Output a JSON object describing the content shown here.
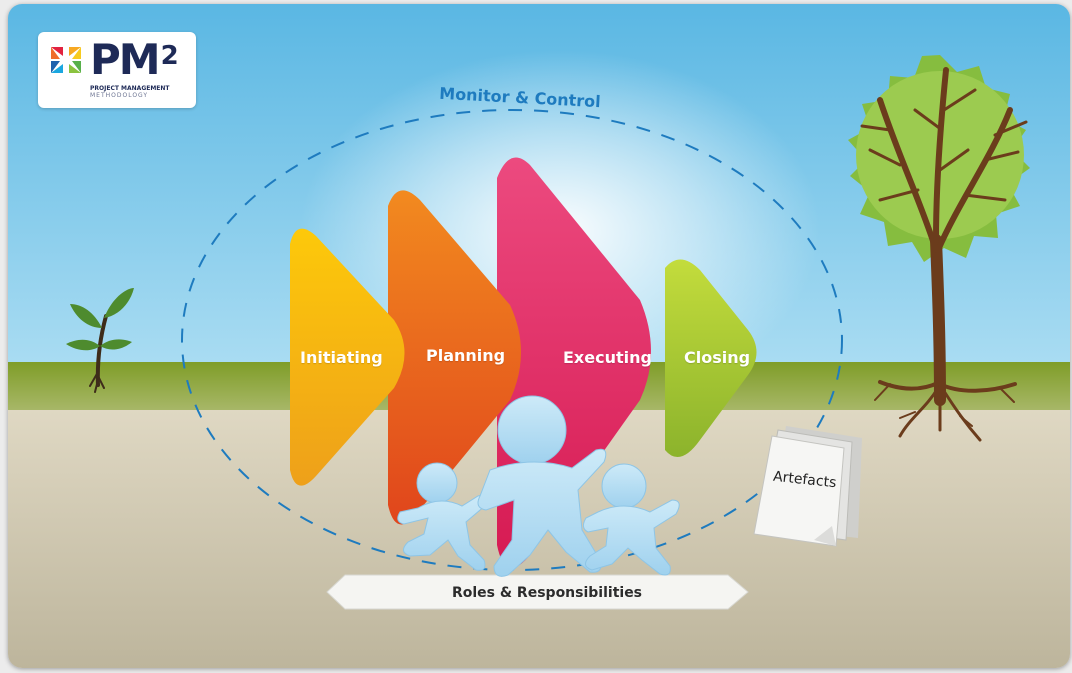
{
  "logo": {
    "title": "PM",
    "title_sup": "2",
    "subtitle_line1": "PROJECT MANAGEMENT",
    "subtitle_line2": "METHODOLOGY"
  },
  "cycle": {
    "label": "Monitor & Control"
  },
  "phases": [
    {
      "label": "Initiating",
      "color": "#f4ac0f"
    },
    {
      "label": "Planning",
      "color": "#ee6f1a"
    },
    {
      "label": "Executing",
      "color": "#e0245e"
    },
    {
      "label": "Closing",
      "color": "#9cc42e"
    }
  ],
  "artefacts": {
    "label": "Artefacts"
  },
  "roles": {
    "label": "Roles & Responsibilities"
  },
  "icons": [
    "pm2-logo-icon",
    "seedling-icon",
    "tree-icon",
    "people-icon",
    "document-icon"
  ],
  "colors": {
    "sky": "#78c8ea",
    "grass": "#8aa42a",
    "ground": "#cfc8b2",
    "ring": "#1e7bbf"
  }
}
